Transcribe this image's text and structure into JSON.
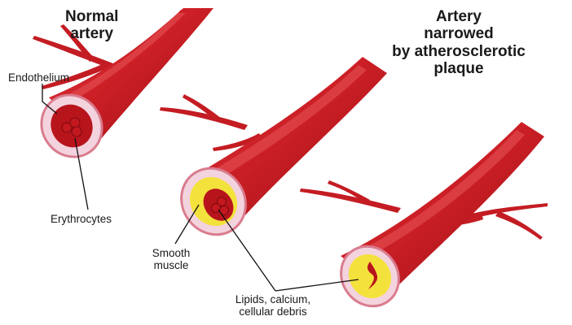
{
  "titles": {
    "normal_line1": "Normal",
    "normal_line2": "artery",
    "narrowed_line1": "Artery",
    "narrowed_line2": "narrowed",
    "narrowed_line3": "by atherosclerotic",
    "narrowed_line4": "plaque"
  },
  "labels": {
    "endothelium": "Endothelium",
    "erythrocytes": "Erythrocytes",
    "smooth_muscle_line1": "Smooth",
    "smooth_muscle_line2": "muscle",
    "lipids_line1": "Lipids, calcium,",
    "lipids_line2": "cellular debris"
  },
  "colors": {
    "vessel": "#cc1f26",
    "vessel_dark": "#9b1016",
    "vessel_highlight": "#e8555a",
    "wall_pink": "#f3d3de",
    "wall_outline": "#e6b3c4",
    "lumen": "#b8141c",
    "plaque": "#f4e23c",
    "blood_cell": "#c3181f",
    "leader_line": "#111111"
  }
}
